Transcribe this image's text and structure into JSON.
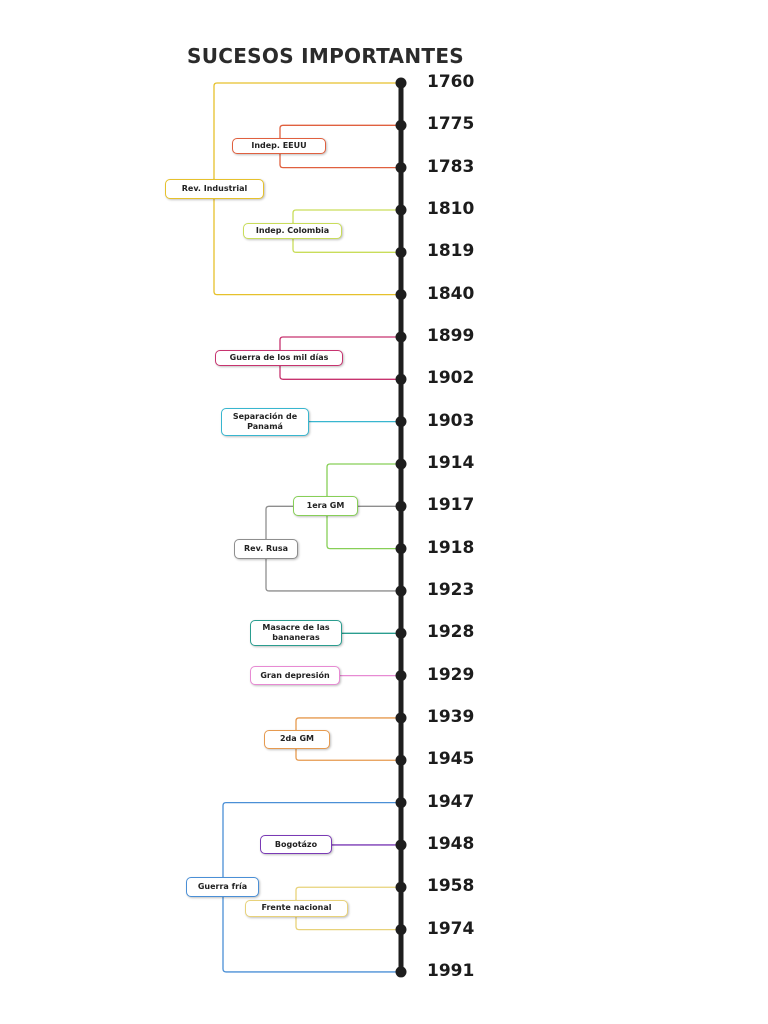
{
  "title": "SUCESOS IMPORTANTES",
  "years": [
    "1760",
    "1775",
    "1783",
    "1810",
    "1819",
    "1840",
    "1899",
    "1902",
    "1903",
    "1914",
    "1917",
    "1918",
    "1923",
    "1928",
    "1929",
    "1939",
    "1945",
    "1947",
    "1948",
    "1958",
    "1974",
    "1991"
  ],
  "events": [
    {
      "label": "Rev. Industrial",
      "color": "#e6c12c"
    },
    {
      "label": "Indep. EEUU",
      "color": "#e0603f"
    },
    {
      "label": "Indep. Colombia",
      "color": "#c9dd5a"
    },
    {
      "label": "Guerra de los mil días",
      "color": "#c7336f"
    },
    {
      "label": "Separación de Panamá",
      "color": "#38b6cf"
    },
    {
      "label": "1era GM",
      "color": "#87cf57"
    },
    {
      "label": "Rev. Rusa",
      "color": "#8e8e8e"
    },
    {
      "label": "Masacre de las bananeras",
      "color": "#2a9d8f"
    },
    {
      "label": "Gran depresión",
      "color": "#e78ad3"
    },
    {
      "label": "2da GM",
      "color": "#e69a4f"
    },
    {
      "label": "Bogotázo",
      "color": "#7a3ab5"
    },
    {
      "label": "Guerra fría",
      "color": "#4a8fd6"
    },
    {
      "label": "Frente nacional",
      "color": "#e8d27a"
    }
  ]
}
